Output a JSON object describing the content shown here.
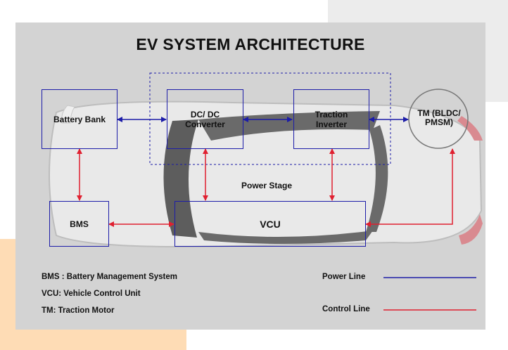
{
  "title": "EV SYSTEM ARCHITECTURE",
  "components": {
    "battery_bank": "Battery Bank",
    "dcdc_line1": "DC/ DC",
    "dcdc_line2": "Converter",
    "traction_line1": "Traction",
    "traction_line2": "Inverter",
    "tm_line1": "TM (BLDC/",
    "tm_line2": "PMSM)",
    "bms": "BMS",
    "vcu": "VCU"
  },
  "power_stage_label": "Power Stage",
  "abbreviations": [
    "BMS : Battery Management System",
    "VCU: Vehicle Control Unit",
    "TM: Traction Motor"
  ],
  "legend": {
    "power_line": "Power Line",
    "control_line": "Control Line"
  },
  "colors": {
    "power_line": "#1c1ca8",
    "control_line": "#e02030",
    "panel": "#d3d3d3"
  }
}
